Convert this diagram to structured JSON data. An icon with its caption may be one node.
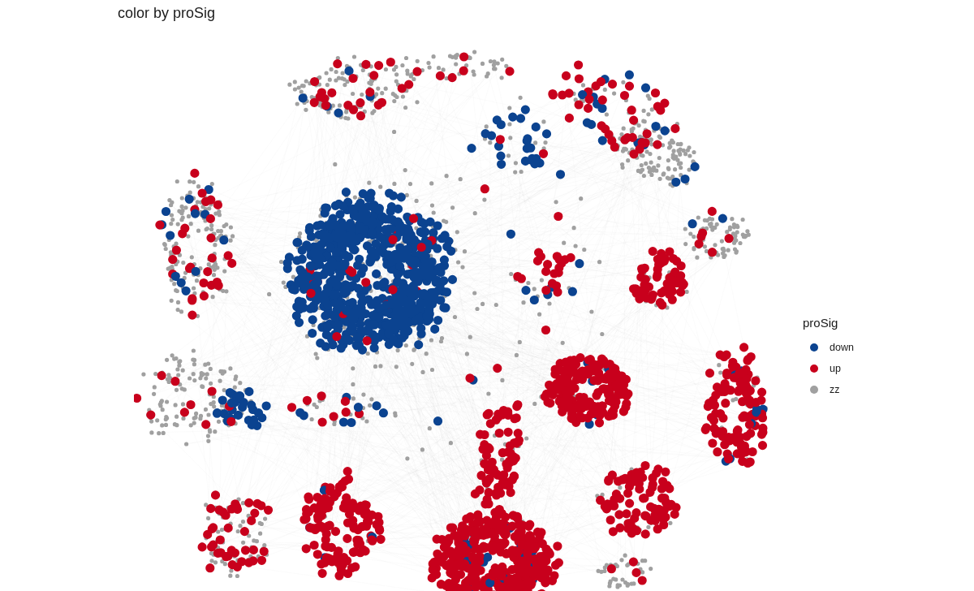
{
  "diagram": {
    "title": "color by proSig",
    "labels": [
      "proSig"
    ],
    "legend": [
      {
        "text": "down",
        "color": "#0b4390"
      },
      {
        "text": "up",
        "color": "#c8001c"
      },
      {
        "text": "zz",
        "color": "#a0a0a0"
      }
    ]
  }
}
